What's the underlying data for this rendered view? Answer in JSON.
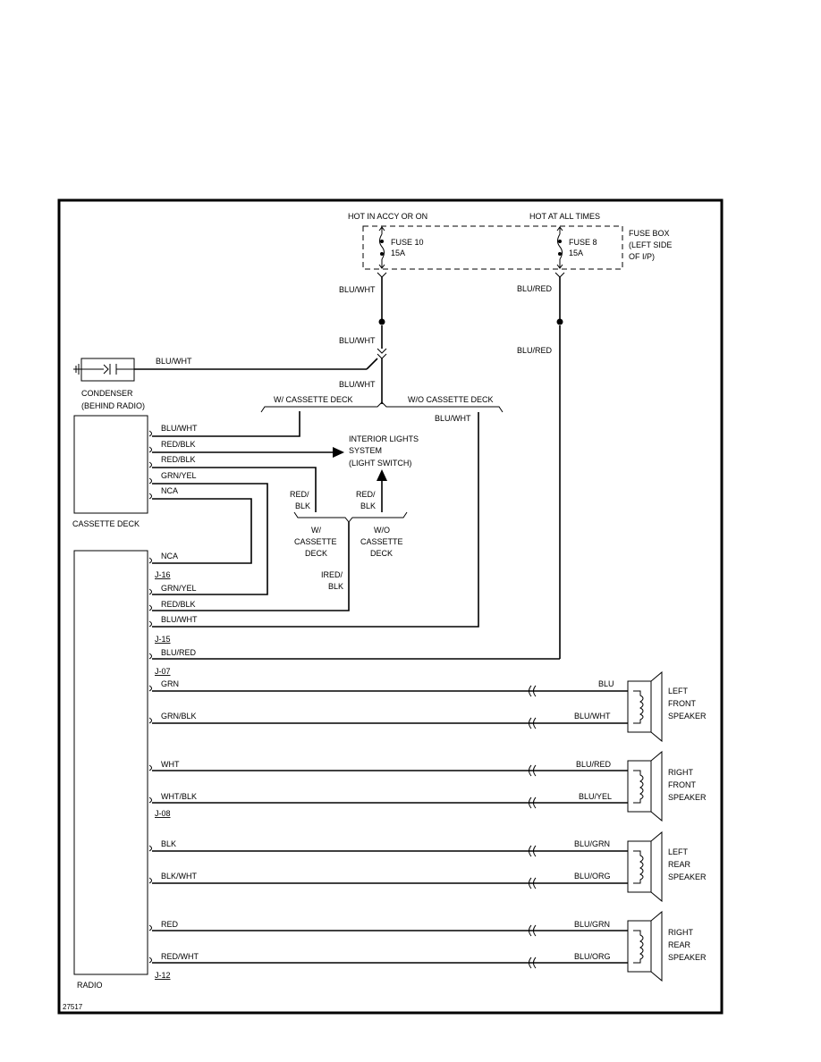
{
  "header": {
    "hot_accy": "HOT IN ACCY OR ON",
    "hot_all": "HOT AT ALL TIMES"
  },
  "fuse_box": {
    "label_1": "FUSE BOX",
    "label_2": "(LEFT SIDE",
    "label_3": "OF I/P)",
    "fuse10_name": "FUSE 10",
    "fuse10_rating": "15A",
    "fuse8_name": "FUSE 8",
    "fuse8_rating": "15A"
  },
  "wires": {
    "blu_wht": "BLU/WHT",
    "blu_red": "BLU/RED",
    "red_blk": "RED/BLK",
    "red_blk_split1": "RED/",
    "red_blk_split1b": "BLK",
    "red_blk_split2": "IRED/",
    "grn_yel": "GRN/YEL",
    "nca": "NCA",
    "grn": "GRN",
    "grn_blk": "GRN/BLK",
    "wht": "WHT",
    "wht_blk": "WHT/BLK",
    "blk": "BLK",
    "blk_wht": "BLK/WHT",
    "red": "RED",
    "red_wht": "RED/WHT",
    "blu": "BLU",
    "blu_yel": "BLU/YEL",
    "blu_grn": "BLU/GRN",
    "blu_org": "BLU/ORG"
  },
  "components": {
    "condenser": "CONDENSER",
    "condenser_loc": "(BEHIND RADIO)",
    "cassette_deck": "CASSETTE DECK",
    "radio": "RADIO",
    "interior_1": "INTERIOR LIGHTS",
    "interior_2": "SYSTEM",
    "interior_3": "(LIGHT SWITCH)"
  },
  "branches": {
    "w_cassette": "W/ CASSETTE DECK",
    "wo_cassette": "W/O CASSETTE DECK",
    "w": "W/",
    "wo": "W/O",
    "cassette": "CASSETTE",
    "deck": "DECK"
  },
  "connectors": {
    "j16": "J-16",
    "j15": "J-15",
    "j07": "J-07",
    "j08": "J-08",
    "j12": "J-12"
  },
  "speakers": {
    "left": "LEFT",
    "right": "RIGHT",
    "front": "FRONT",
    "rear": "REAR",
    "speaker": "SPEAKER"
  },
  "figure_id": "27517"
}
